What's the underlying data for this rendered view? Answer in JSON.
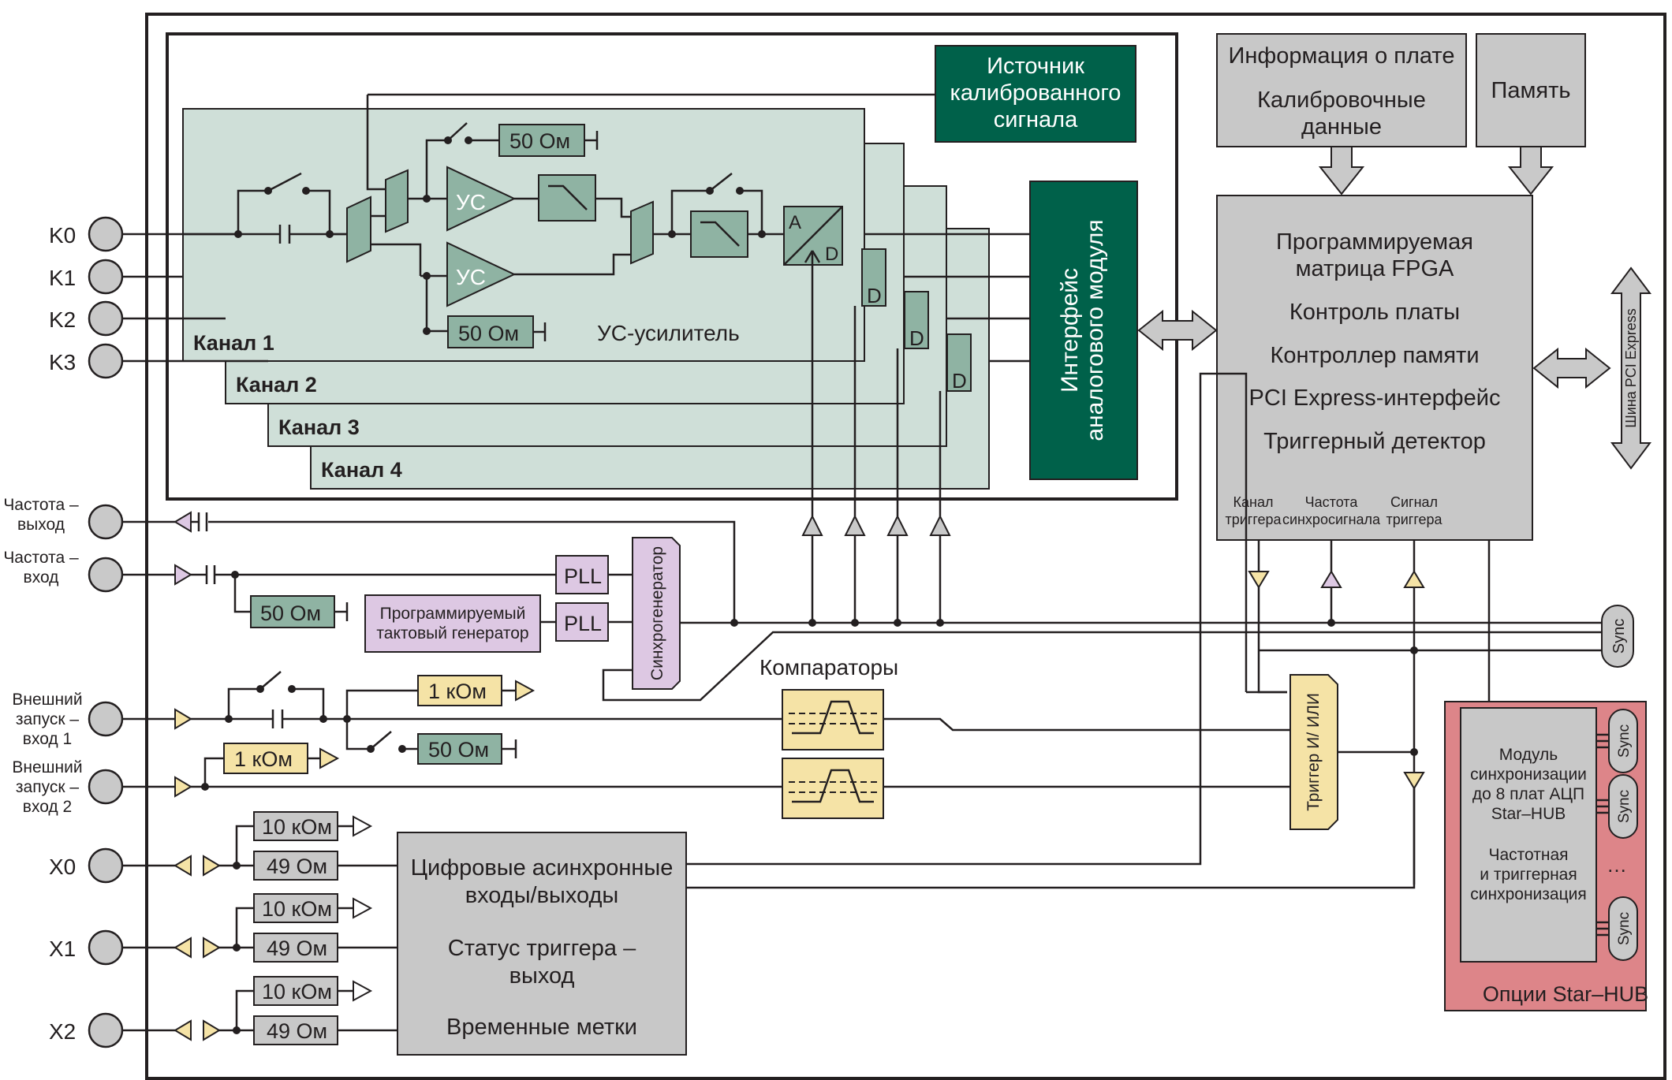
{
  "ports": {
    "k0": "K0",
    "k1": "K1",
    "k2": "K2",
    "k3": "K3",
    "freq_out": [
      "Частота –",
      "выход"
    ],
    "freq_in": [
      "Частота –",
      "вход"
    ],
    "ext_trig1": [
      "Внешний",
      "запуск –",
      "вход 1"
    ],
    "ext_trig2": [
      "Внешний",
      "запуск –",
      "вход 2"
    ],
    "x0": "X0",
    "x1": "X1",
    "x2": "X2"
  },
  "channels": {
    "ch1": "Канал 1",
    "ch2": "Канал 2",
    "ch3": "Канал 3",
    "ch4": "Канал 4",
    "amp": "УС",
    "r50": "50 Ом",
    "amp_label": "УС-усилитель",
    "adc_a": "A",
    "adc_d": "D"
  },
  "cal_source": [
    "Источник",
    "калиброванного",
    "сигнала"
  ],
  "analog_interface": [
    "Интерфейс",
    "аналогового модуля"
  ],
  "board_info": {
    "title": "Информация о плате",
    "cal": [
      "Калибровочные",
      "данные"
    ]
  },
  "memory": "Память",
  "fpga": {
    "lines": [
      "Программируемая",
      "матрица FPGA",
      "Контроль платы",
      "Контроллер памяти",
      "PCI Express-интерфейс",
      "Триггерный детектор"
    ],
    "sub": {
      "trig_ch": [
        "Канал",
        "триггера"
      ],
      "sync_freq": [
        "Частота",
        "синхросигнала"
      ],
      "trig_sig": [
        "Сигнал",
        "триггера"
      ]
    }
  },
  "pci_bus": "Шина PCI Express",
  "clock": {
    "pll": "PLL",
    "prog_gen": [
      "Программируемый",
      "тактовый генератор"
    ],
    "sync_gen": "Синхрогенератор"
  },
  "comparators": "Компараторы",
  "resistors": {
    "r1k": "1 кОм",
    "r50": "50 Ом",
    "r10k": "10 кОм",
    "r49": "49 Ом"
  },
  "trigger_logic": "Триггер И/ ИЛИ",
  "digital_io": {
    "lines": [
      "Цифровые асинхронные",
      "входы/выходы",
      "Статус триггера –",
      "выход",
      "Временные метки"
    ]
  },
  "sync": "Sync",
  "starhub": {
    "module": [
      "Модуль",
      "синхронизации",
      "до 8 плат АЦП",
      "Star–HUB"
    ],
    "freq": [
      "Частотная",
      "и триггерная",
      "синхронизация"
    ],
    "dots": "…",
    "options": "Опции Star–HUB"
  }
}
